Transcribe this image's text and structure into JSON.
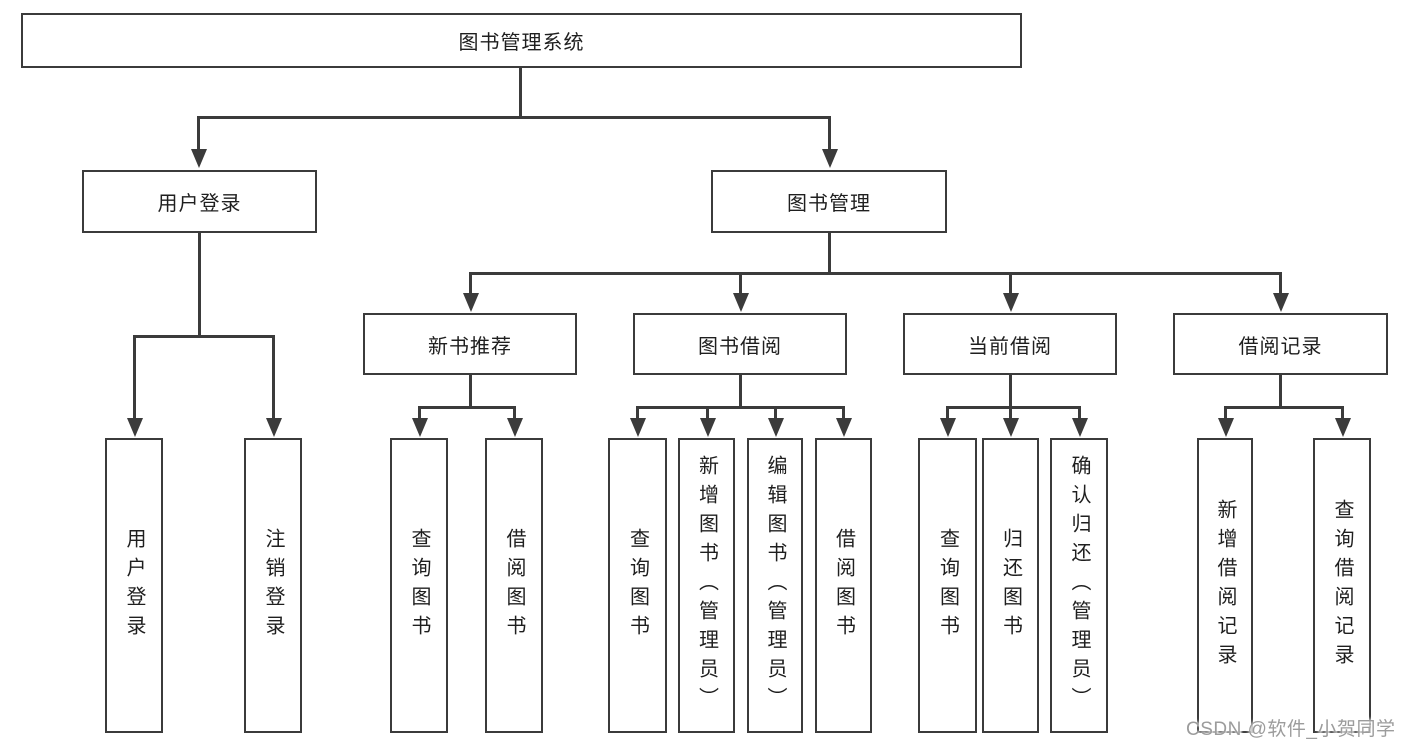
{
  "diagram": {
    "root": {
      "label": "图书管理系统"
    },
    "branches": [
      {
        "label": "用户登录",
        "children": [
          {
            "label": "用户登录"
          },
          {
            "label": "注销登录"
          }
        ]
      },
      {
        "label": "图书管理",
        "children": [
          {
            "label": "新书推荐",
            "children": [
              {
                "label": "查询图书"
              },
              {
                "label": "借阅图书"
              }
            ]
          },
          {
            "label": "图书借阅",
            "children": [
              {
                "label": "查询图书"
              },
              {
                "label": "新增图书（管理员）"
              },
              {
                "label": "编辑图书（管理员）"
              },
              {
                "label": "借阅图书"
              }
            ]
          },
          {
            "label": "当前借阅",
            "children": [
              {
                "label": "查询图书"
              },
              {
                "label": "归还图书"
              },
              {
                "label": "确认归还（管理员）"
              }
            ]
          },
          {
            "label": "借阅记录",
            "children": [
              {
                "label": "新增借阅记录"
              },
              {
                "label": "查询借阅记录"
              }
            ]
          }
        ]
      }
    ]
  },
  "watermark": {
    "text": "CSDN @软件_小贺同学"
  },
  "colors": {
    "line": "#3b3b3b",
    "text": "#1f1f1f",
    "watermark": "#9c9c9c",
    "background": "#ffffff"
  }
}
